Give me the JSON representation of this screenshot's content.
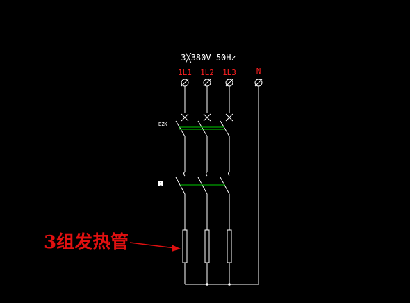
{
  "supply_label": "3╳380V 50Hz",
  "terminals": [
    {
      "label": "1L1"
    },
    {
      "label": "1L2"
    },
    {
      "label": "1L3"
    },
    {
      "label": "N"
    }
  ],
  "breaker_label": "BZK",
  "contactor_label": "1",
  "annotation_text": "3组发热管",
  "colors": {
    "background": "#000000",
    "wire": "#ffffff",
    "phase_label": "#ff2020",
    "mechanical_link": "#00cc00",
    "annotation": "#e01010"
  }
}
